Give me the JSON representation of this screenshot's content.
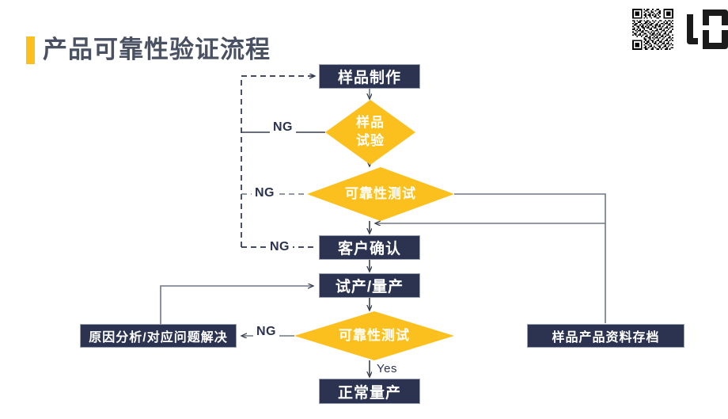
{
  "page": {
    "title": "产品可靠性验证流程",
    "background_color": "#ffffff",
    "accent_color": "#fbc01e",
    "node_fill_color": "#2b3350",
    "decision_fill_color": "#fbc01e",
    "connector_color": "#6e7685",
    "dashed_connector_color": "#2b3350"
  },
  "brand": {
    "qr_code_alt": "qr-code",
    "logo_alt": "company-logo"
  },
  "diagram": {
    "type": "flowchart",
    "nodes": [
      {
        "id": "sample-making",
        "label": "样品制作",
        "shape": "process"
      },
      {
        "id": "sample-test",
        "label": "样品\n试验",
        "shape": "decision"
      },
      {
        "id": "reliability-1",
        "label": "可靠性测试",
        "shape": "decision"
      },
      {
        "id": "customer-confirm",
        "label": "客户确认",
        "shape": "process"
      },
      {
        "id": "trial-mass",
        "label": "试产/量产",
        "shape": "process"
      },
      {
        "id": "reliability-2",
        "label": "可靠性测试",
        "shape": "decision"
      },
      {
        "id": "normal-mass",
        "label": "正常量产",
        "shape": "process"
      },
      {
        "id": "root-cause",
        "label": "原因分析/对应问题解决",
        "shape": "process"
      },
      {
        "id": "archive",
        "label": "样品产品资料存档",
        "shape": "process"
      }
    ],
    "node_labels": {
      "sample_making": "样品制作",
      "sample_test_line1": "样品",
      "sample_test_line2": "试验",
      "reliability_test_1": "可靠性测试",
      "customer_confirm": "客户确认",
      "trial_mass_production": "试产/量产",
      "reliability_test_2": "可靠性测试",
      "normal_mass_production": "正常量产",
      "root_cause_analysis": "原因分析/对应问题解决",
      "sample_archive": "样品产品资料存档"
    },
    "edge_labels": {
      "ng_1": "NG",
      "ng_2": "NG",
      "ng_3": "NG",
      "ng_4": "NG",
      "yes": "Yes"
    },
    "edges": [
      {
        "from": "sample-making",
        "to": "sample-test",
        "label": "",
        "style": "solid"
      },
      {
        "from": "sample-test",
        "to": "reliability-1",
        "label": "",
        "style": "solid"
      },
      {
        "from": "sample-test",
        "to": "sample-making",
        "label": "NG",
        "style": "dashed"
      },
      {
        "from": "reliability-1",
        "to": "sample-making",
        "label": "NG",
        "style": "dashed"
      },
      {
        "from": "reliability-1",
        "to": "customer-confirm",
        "label": "",
        "style": "solid"
      },
      {
        "from": "reliability-1",
        "to": "archive",
        "label": "",
        "style": "solid"
      },
      {
        "from": "customer-confirm",
        "to": "sample-making",
        "label": "NG",
        "style": "dashed"
      },
      {
        "from": "customer-confirm",
        "to": "trial-mass",
        "label": "",
        "style": "solid"
      },
      {
        "from": "trial-mass",
        "to": "reliability-2",
        "label": "",
        "style": "solid"
      },
      {
        "from": "reliability-2",
        "to": "root-cause",
        "label": "NG",
        "style": "solid"
      },
      {
        "from": "reliability-2",
        "to": "normal-mass",
        "label": "Yes",
        "style": "solid"
      },
      {
        "from": "root-cause",
        "to": "trial-mass",
        "label": "",
        "style": "solid"
      }
    ]
  }
}
